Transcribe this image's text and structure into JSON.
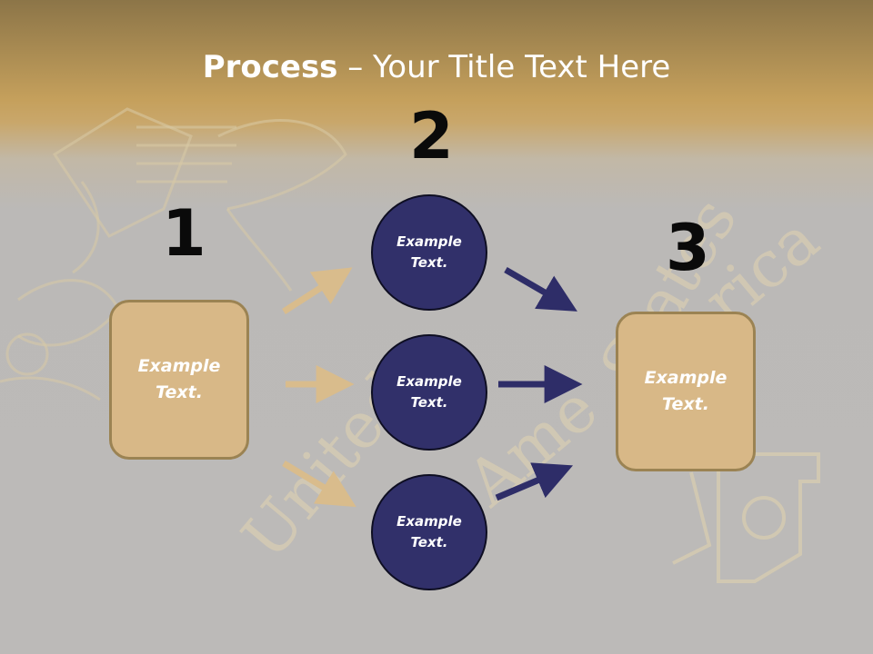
{
  "title": {
    "bold": "Process",
    "rest": " – Your Title Text Here"
  },
  "steps": {
    "n1": "1",
    "n2": "2",
    "n3": "3"
  },
  "left_box": {
    "label": "Example Text."
  },
  "right_box": {
    "label": "Example Text."
  },
  "circles": [
    {
      "label": "Example Text."
    },
    {
      "label": "Example Text."
    },
    {
      "label": "Example Text."
    }
  ],
  "colors": {
    "box_fill": "#d8b887",
    "box_border": "#9b8353",
    "circle_fill": "#31306a",
    "tan_arrow": "#d9bc8c",
    "navy_arrow": "#2e2d68",
    "header_gold": "#c5a05c"
  }
}
